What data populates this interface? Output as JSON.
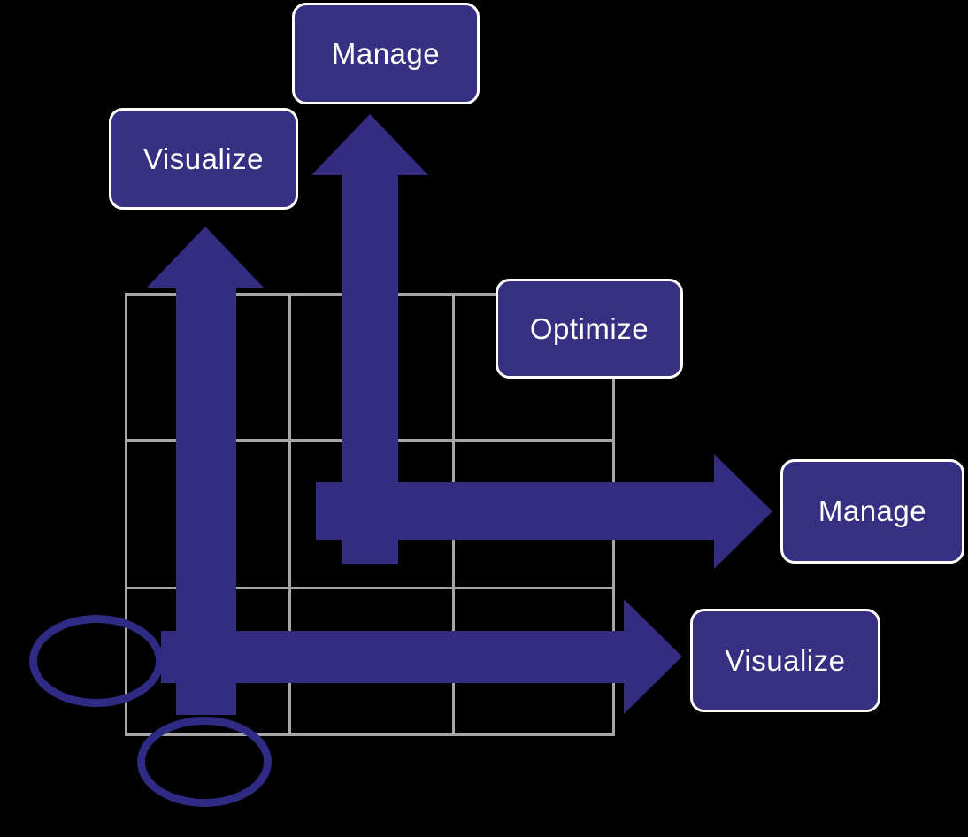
{
  "diagram": {
    "type": "grid-growth-diagram",
    "grid": {
      "rows": 3,
      "columns": 3
    },
    "boxes": {
      "manage_top": {
        "label": "Manage"
      },
      "visualize_left": {
        "label": "Visualize"
      },
      "optimize": {
        "label": "Optimize"
      },
      "manage_right": {
        "label": "Manage"
      },
      "visualize_right": {
        "label": "Visualize"
      }
    },
    "arrows": [
      {
        "direction": "up",
        "target_label": "Visualize"
      },
      {
        "direction": "up",
        "target_label": "Manage"
      },
      {
        "direction": "right",
        "target_label": "Manage"
      },
      {
        "direction": "right",
        "target_label": "Visualize"
      }
    ],
    "annotations": [
      {
        "shape": "ellipse",
        "position": "left-of-grid-bottom-row"
      },
      {
        "shape": "ellipse",
        "position": "below-grid-first-column"
      }
    ],
    "colors": {
      "background": "#000000",
      "shape_fill": "#332C80",
      "box_fill": "#362F82",
      "box_border": "#FFFFFF",
      "ellipse_stroke": "#2F2B84",
      "grid_line": "#A6A6A6",
      "label_text": "#FFFFFF"
    }
  }
}
